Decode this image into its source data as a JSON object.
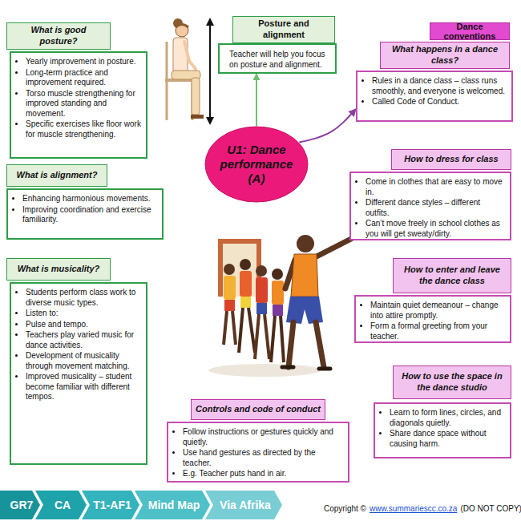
{
  "diagram": {
    "nodes": [
      {
        "text": [
          "What is good posture?",
          "Yearly improvement in posture.",
          "Long-term practice and improvement required.",
          "Torso muscle strengthening for improved standing and movement.",
          "Specific exercises like floor work for muscle strengthening."
        ]
      },
      {
        "text": [
          "Posture and alignment",
          "Teacher will help you focus on posture and alignment."
        ]
      },
      {
        "text": [
          "Dance conventions"
        ]
      },
      {
        "text": [
          "What happens in a dance class?",
          "Rules in a dance class – class runs smoothly, and everyone is welcomed.",
          "Called Code of Conduct."
        ]
      },
      {
        "text": [
          "What is alignment?",
          "Enhancing harmonious movements.",
          "Improving coordination and exercise familiarity."
        ]
      },
      {
        "text": [
          "U1: Dance performance (A)"
        ]
      },
      {
        "text": [
          "How to dress for class",
          "Come in clothes that are easy to move in.",
          "Different dance styles – different outfits.",
          "Can’t move freely in school clothes as you will get sweaty/dirty."
        ]
      },
      {
        "text": [
          "What is musicality?",
          "Students perform class work to diverse music types.",
          "Listen to:",
          "Pulse and tempo.",
          "Teachers play varied music for dance activities.",
          "Development of musicality through movement matching.",
          "Improved musicality – student become familiar with different tempos."
        ]
      },
      {
        "text": [
          "How to enter and leave the dance class",
          "Maintain quiet demeanour – change into attire promptly.",
          "Form a formal greeting from your teacher."
        ]
      },
      {
        "text": [
          "Controls and code of conduct",
          "Follow instructions or gestures quickly and quietly.",
          "Use hand gestures as directed by the teacher.",
          "E.g. Teacher puts hand in air."
        ]
      },
      {
        "text": [
          "How to use the space in the dance studio",
          "Learn to form lines, circles, and diagonals quietly.",
          "Share dance space without causing harm."
        ]
      },
      {
        "text": [
          "GR7"
        ]
      },
      {
        "text": [
          "CA"
        ]
      },
      {
        "text": [
          "T1-AF1"
        ]
      },
      {
        "text": [
          "Mind Map"
        ]
      },
      {
        "text": [
          "Via Afrika"
        ]
      }
    ],
    "edges": [
      {
        "from": 5,
        "to": 1,
        "arrow": "to"
      },
      {
        "from": 5,
        "to": 3,
        "arrow": "to"
      }
    ],
    "labels": [
      "Copyright ©",
      "www.summariescc.co.za",
      "(DO NOT COPY)"
    ]
  }
}
